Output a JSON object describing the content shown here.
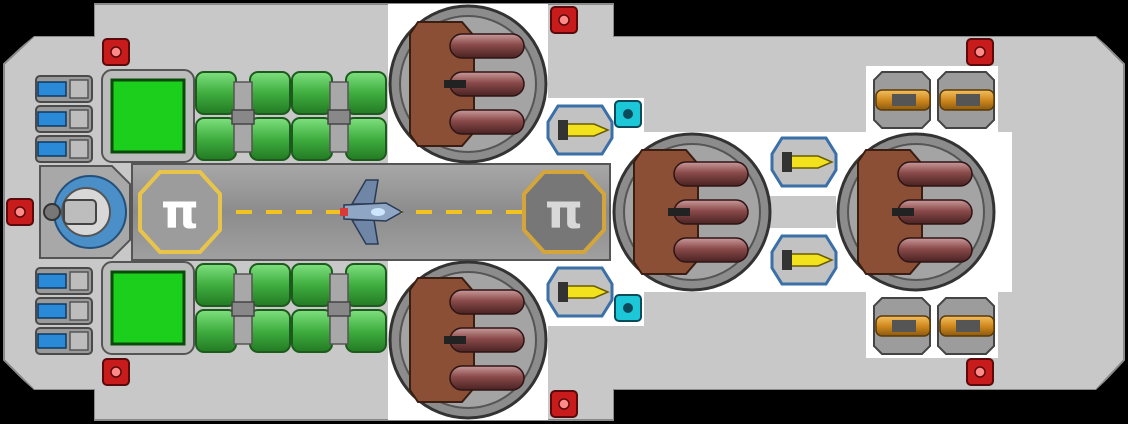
{
  "scene": {
    "kind": "top-down spaceship hull",
    "background_color": "#000000",
    "hull_color": "#c8c8c8",
    "hull_edge_color": "#8a8a8a",
    "runway_color": "#8c8c8c"
  },
  "landing_pads": [
    {
      "label": "π",
      "position": "front",
      "ring_color": "#e8c54a",
      "fill_color": "#9c9c9c"
    },
    {
      "label": "π",
      "position": "rear",
      "ring_color": "#d4a53a",
      "fill_color": "#777777"
    }
  ],
  "runway": {
    "stripe_color": "#f2c21e"
  },
  "docked_fighter": {
    "icon": "fighter-ship-icon",
    "body_color": "#8fa6c4"
  },
  "modules": {
    "cargo_bays": {
      "count": 2,
      "color": "#1ccf1c"
    },
    "fuel_tank_groups": {
      "count": 4,
      "color": "#3fae3f"
    },
    "big_turrets": {
      "count": 4,
      "hull_color": "#8a4f35"
    },
    "missile_pods": {
      "count": 4,
      "warhead_color": "#f2e21e"
    },
    "cannons": {
      "count": 4,
      "color": "#d08a1e"
    },
    "thrusters": {
      "count": 6,
      "color": "#2a8ad8"
    },
    "red_sensors": {
      "count": 7,
      "color": "#c81c1c"
    },
    "cyan_sensors": {
      "count": 2,
      "color": "#1cc8d8"
    },
    "cockpit_color": "#4a8fc8"
  }
}
